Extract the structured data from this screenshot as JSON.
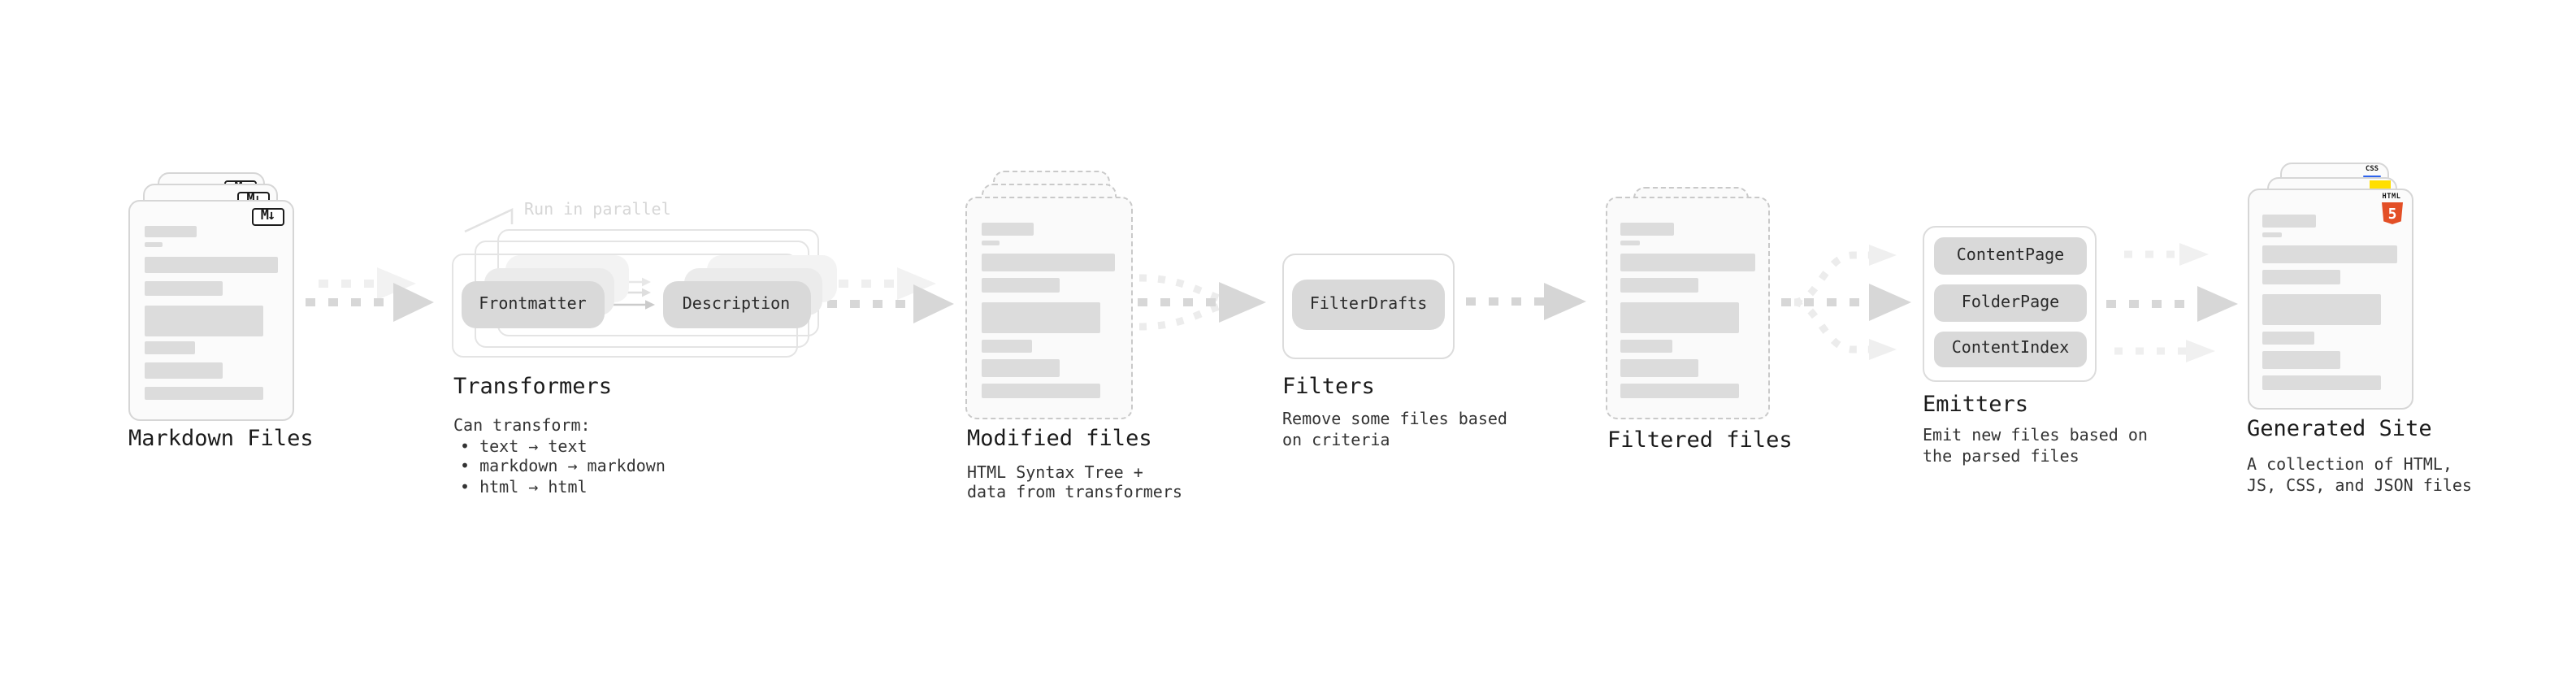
{
  "colors": {
    "html5_orange": "#e34f26",
    "js_yellow": "#ffdf00",
    "css_blue": "#2d63ee",
    "arrow_gray": "#d7d7d7",
    "arrow_light_gray": "#efefef"
  },
  "stages": {
    "markdown": {
      "title": "Markdown Files",
      "icon_label": "M↓"
    },
    "transformers": {
      "title": "Transformers",
      "annotation": "Run in parallel",
      "pills": [
        "Frontmatter",
        "Description"
      ],
      "desc_heading": "Can transform:",
      "bullets": [
        "• text → text",
        "• markdown → markdown",
        "• html → html"
      ]
    },
    "modified": {
      "title": "Modified files",
      "desc": [
        "HTML Syntax Tree +",
        "data from transformers"
      ]
    },
    "filters": {
      "title": "Filters",
      "pill": "FilterDrafts",
      "desc": [
        "Remove some files based",
        "on criteria"
      ]
    },
    "filtered": {
      "title": "Filtered files"
    },
    "emitters": {
      "title": "Emitters",
      "pills": [
        "ContentPage",
        "FolderPage",
        "ContentIndex"
      ],
      "desc": [
        "Emit new files based on",
        "the parsed files"
      ]
    },
    "generated": {
      "title": "Generated Site",
      "badges": {
        "css": "CSS",
        "html_word": "HTML",
        "html_number": "5"
      },
      "desc": [
        "A collection of HTML,",
        "JS, CSS, and JSON files"
      ]
    }
  }
}
